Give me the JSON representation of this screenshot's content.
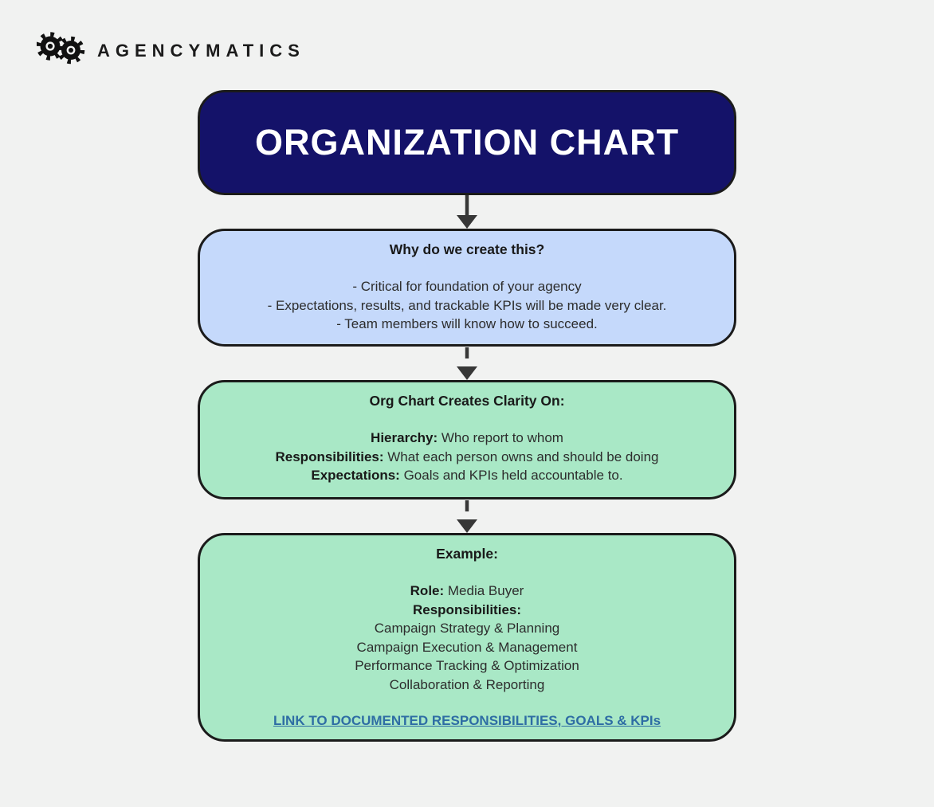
{
  "page": {
    "background": "#f1f2f1",
    "border_color": "#1b1b1b",
    "arrow_color": "#373737"
  },
  "logo": {
    "text": "AGENCYMATICS",
    "icon": "double-gear-icon"
  },
  "title_box": {
    "text": "ORGANIZATION CHART",
    "bg": "#141269",
    "text_color": "#ffffff"
  },
  "why_box": {
    "bg": "#c5d9fb",
    "heading": "Why do we create this?",
    "lines": [
      "- Critical for foundation of your agency",
      "- Expectations, results, and trackable KPIs will be made very clear.",
      "- Team members will know how to succeed."
    ]
  },
  "clarity_box": {
    "bg": "#a9e8c6",
    "heading": "Org Chart Creates Clarity On:",
    "items": [
      {
        "label": "Hierarchy:",
        "text": " Who report to whom"
      },
      {
        "label": "Responsibilities:",
        "text": " What each person owns and should be doing"
      },
      {
        "label": "Expectations:",
        "text": " Goals and KPIs held accountable to."
      }
    ]
  },
  "example_box": {
    "bg": "#a9e8c6",
    "heading": "Example:",
    "role_label": "Role:",
    "role_value": " Media Buyer",
    "responsibilities_label": "Responsibilities:",
    "responsibilities": [
      "Campaign Strategy & Planning",
      "Campaign Execution & Management",
      "Performance Tracking & Optimization",
      "Collaboration & Reporting"
    ],
    "link_text": "LINK TO DOCUMENTED RESPONSIBILITIES, GOALS & KPIs",
    "link_color": "#2e6da4"
  }
}
